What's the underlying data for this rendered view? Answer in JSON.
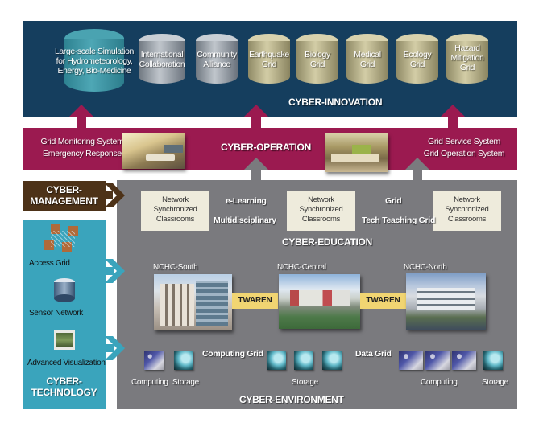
{
  "colors": {
    "innovation": "#153e5e",
    "operation": "#9b1a50",
    "management": "#4d3218",
    "education_environment": "#7a7a7e",
    "technology": "#3aa4bc",
    "twaren": "#f1d572",
    "classroom": "#eeebdc"
  },
  "innovation": {
    "title": "CYBER-INNOVATION",
    "items": [
      {
        "label_lines": [
          "Large-scale Simulation",
          "for Hydrometeorology,",
          "Energy, Bio-Medicine"
        ],
        "style": "teal"
      },
      {
        "label_lines": [
          "International",
          "Collaboration"
        ],
        "style": "silver"
      },
      {
        "label_lines": [
          "Community",
          "Alliance"
        ],
        "style": "silver"
      },
      {
        "label_lines": [
          "Earthquake",
          "Grid"
        ],
        "style": "gold"
      },
      {
        "label_lines": [
          "Biology",
          "Grid"
        ],
        "style": "gold"
      },
      {
        "label_lines": [
          "Medical",
          "Grid"
        ],
        "style": "gold"
      },
      {
        "label_lines": [
          "Ecology",
          "Grid"
        ],
        "style": "gold"
      },
      {
        "label_lines": [
          "Hazard",
          "Mitigation",
          "Grid"
        ],
        "style": "gold"
      }
    ]
  },
  "operation": {
    "title": "CYBER-OPERATION",
    "left_lines": [
      "Grid Monitoring System",
      "Emergency Response"
    ],
    "right_lines": [
      "Grid Service System",
      "Grid Operation System"
    ]
  },
  "management": {
    "title_lines": [
      "CYBER-",
      "MANAGEMENT"
    ]
  },
  "education": {
    "title": "CYBER-EDUCATION",
    "classroom_lines": [
      "Network",
      "Synchronized",
      "Classrooms"
    ],
    "link1_top": "e-Learning",
    "link1_bottom": "Multidisciplinary",
    "link2_top": "Grid",
    "link2_bottom": "Tech Teaching Grid"
  },
  "sites": {
    "south": "NCHC-South",
    "central": "NCHC-Central",
    "north": "NCHC-North",
    "link_label": "TWAREN"
  },
  "environment": {
    "title": "CYBER-ENVIRONMENT",
    "computing_grid": "Computing Grid",
    "data_grid": "Data Grid",
    "computing": "Computing",
    "storage": "Storage"
  },
  "technology": {
    "title_lines": [
      "CYBER-",
      "TECHNOLOGY"
    ],
    "items": [
      "Access Grid",
      "Sensor Network",
      "Advanced Visualization"
    ]
  }
}
